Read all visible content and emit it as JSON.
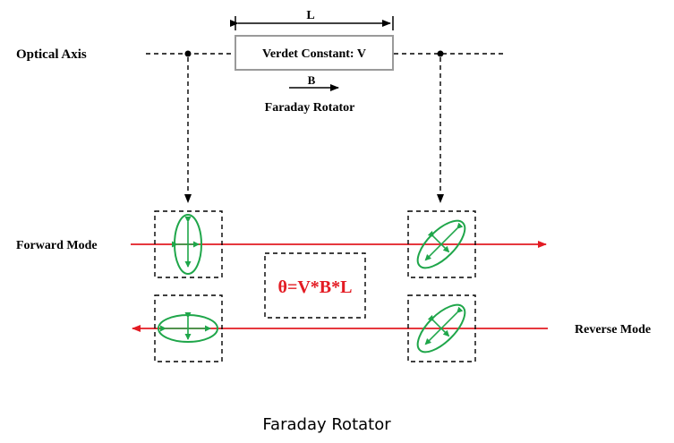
{
  "labels": {
    "optical_axis": "Optical Axis",
    "length_symbol": "L",
    "rotator_box": "Verdet Constant: V",
    "field_symbol": "B",
    "rotator_name": "Faraday Rotator",
    "forward_mode": "Forward Mode",
    "reverse_mode": "Reverse Mode",
    "formula": "θ=V*B*L",
    "caption": "Faraday Rotator"
  },
  "colors": {
    "beam": "#e31b23",
    "polarization": "#1fa64a",
    "line": "#000000",
    "formula": "#e31b23",
    "rotator_border": "#9a9a9a"
  }
}
